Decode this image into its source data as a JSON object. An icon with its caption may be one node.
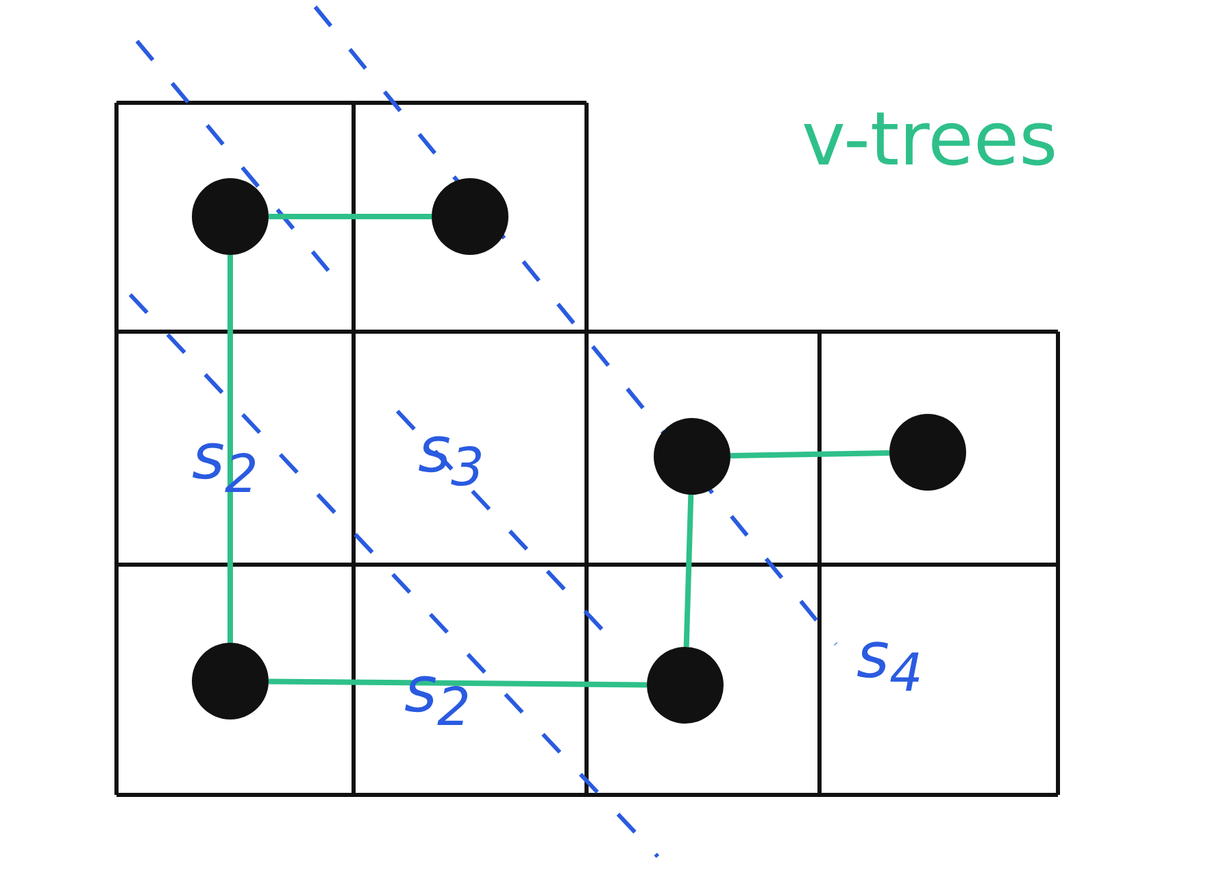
{
  "diagram": {
    "title": "v-trees",
    "nodes": [
      {
        "text": [],
        "shape": "circle"
      },
      {
        "text": [],
        "shape": "circle"
      },
      {
        "text": [],
        "shape": "circle"
      },
      {
        "text": [],
        "shape": "circle"
      },
      {
        "text": [],
        "shape": "circle"
      },
      {
        "text": [],
        "shape": "circle"
      }
    ],
    "edges": [
      {
        "from": 0,
        "to": 1,
        "arrow": "none"
      },
      {
        "from": 0,
        "to": 4,
        "arrow": "none"
      },
      {
        "from": 2,
        "to": 3,
        "arrow": "none"
      },
      {
        "from": 2,
        "to": 5,
        "arrow": "none"
      },
      {
        "from": 4,
        "to": 5,
        "arrow": "none"
      }
    ],
    "labels": [
      "s$_{2}$",
      "s$_{3}$",
      "s$_{2}$",
      "s$_{4}$"
    ]
  }
}
